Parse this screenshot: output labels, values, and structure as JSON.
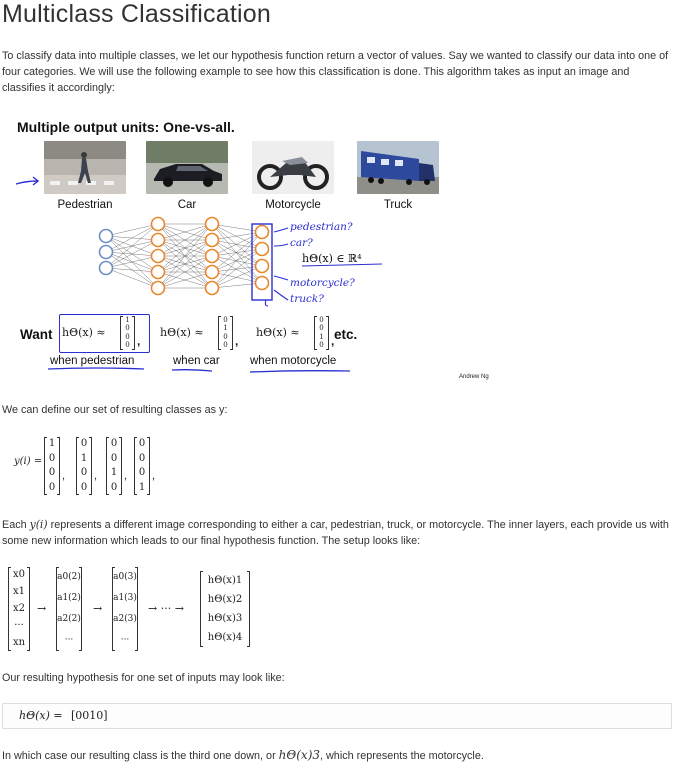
{
  "title": "Multiclass Classification",
  "intro": "To classify data into multiple classes, we let our hypothesis function return a vector of values. Say we wanted to classify our data into one of four categories. We will use the following example to see how this classification is done. This algorithm takes as input an image and classifies it accordingly:",
  "slide": {
    "title": "Multiple output units: One-vs-all.",
    "captions": [
      "Pedestrian",
      "Car",
      "Motorcycle",
      "Truck"
    ],
    "handwritten": [
      "pedestrian?",
      "car?",
      "motorcycle?",
      "truck?"
    ],
    "h_in_R4": "hΘ(x) ∈ ℝ⁴",
    "want": "Want",
    "approx": "hΘ(x) ≈",
    "etc": "etc.",
    "when": [
      "when pedestrian",
      "when car",
      "when motorcycle"
    ],
    "credit": "Andrew Ng",
    "vectors": [
      [
        "1",
        "0",
        "0",
        "0"
      ],
      [
        "0",
        "1",
        "0",
        "0"
      ],
      [
        "0",
        "0",
        "1",
        "0"
      ]
    ]
  },
  "define_text": "We can define our set of resulting classes as y:",
  "y_label": "y(i) =",
  "y_vectors": [
    [
      "1",
      "0",
      "0",
      "0"
    ],
    [
      "0",
      "1",
      "0",
      "0"
    ],
    [
      "0",
      "0",
      "1",
      "0"
    ],
    [
      "0",
      "0",
      "0",
      "1"
    ]
  ],
  "each_text_pre": "Each",
  "each_math": "y(i)",
  "each_text_post": "represents a different image corresponding to either a car, pedestrian, truck, or motorcycle. The inner layers, each provide us with some new information which leads to our final hypothesis function. The setup looks like:",
  "setup": {
    "x": [
      "x0",
      "x1",
      "x2",
      "···",
      "xn"
    ],
    "a2": [
      "a0(2)",
      "a1(2)",
      "a2(2)",
      "···"
    ],
    "a3": [
      "a0(3)",
      "a1(3)",
      "a2(3)",
      "···"
    ],
    "h": [
      "hΘ(x)1",
      "hΘ(x)2",
      "hΘ(x)3",
      "hΘ(x)4"
    ],
    "arrow": "→",
    "dots": "···"
  },
  "result_text": "Our resulting hypothesis for one set of inputs may look like:",
  "code_lhs": "hΘ(x) =",
  "code_rhs": "[0010]",
  "final_pre": "In which case our resulting class is the third one down, or",
  "final_math": "hΘ(x)3",
  "final_post": ", which represents the motorcycle.",
  "colors": {
    "node_orange": "#e8872a",
    "node_blue": "#6f8fc2",
    "ink_blue": "#2b2fd1"
  }
}
